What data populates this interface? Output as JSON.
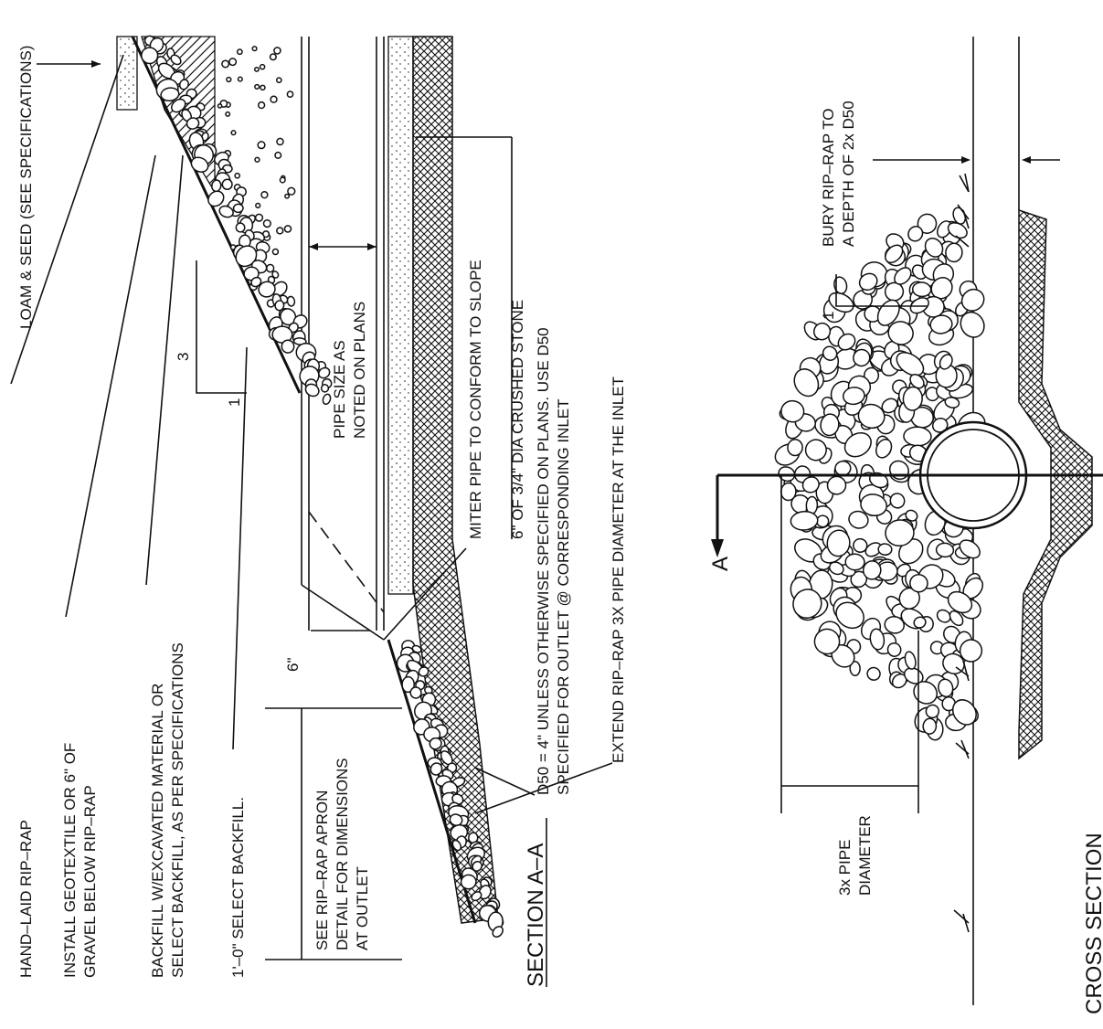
{
  "section_aa": {
    "title": "SECTION A–A",
    "hand_laid": "HAND–LAID RIP–RAP",
    "geotextile_1": "INSTALL GEOTEXTILE OR 6\" OF",
    "geotextile_2": "GRAVEL BELOW RIP–RAP",
    "backfill_1": "BACKFILL W/EXCAVATED MATERIAL OR",
    "backfill_2": "SELECT BACKFILL, AS PER SPECIFICATIONS",
    "select_backfill": "1'–0\" SELECT BACKFILL.",
    "apron_1": "SEE RIP–RAP APRON",
    "apron_2": "DETAIL FOR DIMENSIONS",
    "apron_3": "AT OUTLET",
    "d50_1": "D50 = 4\" UNLESS OTHERWISE SPECIFIED ON PLANS. USE D50",
    "d50_2": "SPECIFIED FOR OUTLET @ CORRESPONDING INLET",
    "extend": "EXTEND RIP–RAP 3X PIPE DIAMETER AT THE INLET",
    "miter": "MITER PIPE TO CONFORM TO SLOPE",
    "stone": "6\" OF 3/4\" DIA CRUSHED STONE",
    "pipe_1": "PIPE SIZE AS",
    "pipe_2": "NOTED ON PLANS",
    "loam": "LOAM & SEED (SEE SPECIFICATIONS)",
    "slope_run": "3",
    "slope_rise": "1",
    "six_in": "6\""
  },
  "cross_section": {
    "title": "CROSS SECTION",
    "bury_1": "BURY RIP–RAP TO",
    "bury_2": "A DEPTH OF 2x D50",
    "pipe_dia_1": "3x PIPE",
    "pipe_dia_2": "DIAMETER",
    "slope_label": "1",
    "cut_marker": "A"
  }
}
